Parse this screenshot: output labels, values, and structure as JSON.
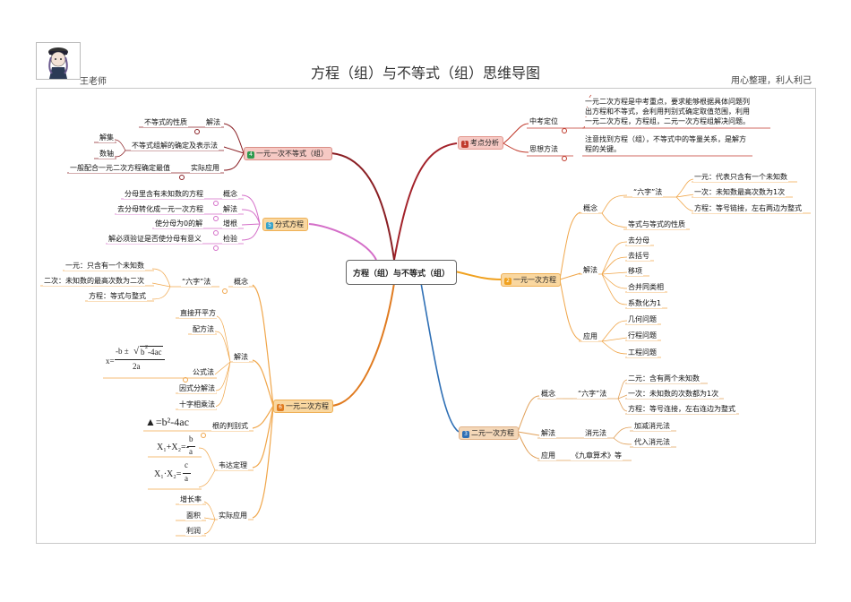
{
  "header": {
    "title": "方程（组）与不等式（组）思维导图",
    "teacher": "王老师",
    "motto": "用心整理，利人利己"
  },
  "center": "方程（组）与不等式（组）",
  "topics": {
    "t1": {
      "num": "1",
      "label": "考点分析"
    },
    "t2": {
      "num": "2",
      "label": "一元一次方程"
    },
    "t3": {
      "num": "3",
      "label": "二元一次方程"
    },
    "t4": {
      "num": "4",
      "label": "一元一次不等式（组）"
    },
    "t5": {
      "num": "5",
      "label": "分式方程"
    },
    "t6": {
      "num": "6",
      "label": "一元二次方程"
    }
  },
  "kaodian": {
    "zhongkao": "中考定位",
    "zhongkao_text": [
      "一元二次方程是中考重点，要求能够根据具体问题列",
      "出方程和不等式，会利用判别式确定取值范围，利用",
      "一元二次方程，方程组，二元一次方程组解决问题。"
    ],
    "sixiang": "思想方法",
    "sixiang_text": [
      "注意找到方程（组），不等式中的等量关系，是解方",
      "程的关键。"
    ]
  },
  "yiyuan_yici": {
    "gainian": "概念",
    "liuzi": "“六字”法",
    "liuzi_items": [
      "一元：代表只含有一个未知数",
      "一次：未知数最高次数为1次",
      "方程：等号链接，左右两边为整式"
    ],
    "dengshi": "等式与等式的性质",
    "jiefa": "解法",
    "jiefa_items": [
      "去分母",
      "去括号",
      "移项",
      "合并同类相",
      "系数化为1"
    ],
    "yingyong": "应用",
    "yingyong_items": [
      "几何问题",
      "行程问题",
      "工程问题"
    ]
  },
  "eryuan_yici": {
    "gainian": "概念",
    "liuzi": "“六字”法",
    "liuzi_items": [
      "二元：含有两个未知数",
      "一次：未知数的次数都为1次",
      "方程：等号连接，左右连边为整式"
    ],
    "jiefa": "解法",
    "xiaoyuan": "消元法",
    "xiaoyuan_items": [
      "加减消元法",
      "代入消元法"
    ],
    "yingyong": "应用",
    "yingyong_item": "《九章算术》等"
  },
  "budengshi": {
    "xingzhi": "不等式的性质",
    "jiefa": "解法",
    "jieji": "解集",
    "shuzhou": "数轴",
    "queding": "不等式组解的确定及表示法",
    "yiban": "一般配合一元二次方程确定最值",
    "shiji": "实际应用"
  },
  "fenshi": {
    "rows": [
      {
        "left": "分母里含有未知数的方程",
        "right": "概念"
      },
      {
        "left": "去分母转化成一元一次方程",
        "right": "解法"
      },
      {
        "left": "使分母为0的解",
        "right": "增根"
      },
      {
        "left": "解必须验证是否使分母有意义",
        "right": "检验"
      }
    ]
  },
  "yiyuan_erci": {
    "liuzi_items": [
      "一元：只含有一个未知数",
      "二次：未知数的最高次数为二次",
      "方程：等式与整式"
    ],
    "liuzi": "“六字”法",
    "gainian": "概念",
    "jiefa": "解法",
    "jiefa_items": [
      "直接开平方",
      "配方法",
      "公式法",
      "因式分解法",
      "十字相乘法"
    ],
    "formula": {
      "x": "x=",
      "num": "-b ±",
      "rad": "b",
      "sup": "2",
      "rest": "-4ac",
      "den": "2a"
    },
    "delta": "▲=b²-4ac",
    "panbie": "根的判别式",
    "weida": "韦达定理",
    "sum": {
      "lhs": "X₁+X₂=-",
      "num": "b",
      "den": "a"
    },
    "prod": {
      "lhs": "X₁·X₂=",
      "num": "c",
      "den": "a"
    },
    "shiji": "实际应用",
    "shiji_items": [
      "增长率",
      "面积",
      "利润"
    ]
  },
  "colors": {
    "t1": "#c0392b",
    "t2": "#f0a11f",
    "t3": "#2e6fb5",
    "t4": "#2e9a4e",
    "t5": "#3aa3c9",
    "t6": "#e07b20",
    "red_branch": "#a3222a",
    "orange_branch": "#f0a64a",
    "gold_branch": "#e1a15a",
    "pink_branch": "#d46ec8",
    "darkred_branch": "#8a1f24"
  }
}
